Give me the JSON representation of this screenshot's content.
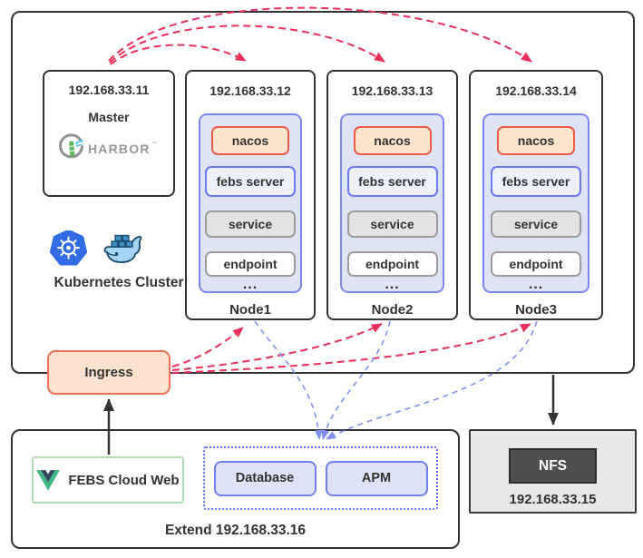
{
  "cluster": {
    "label": "Kubernetes Cluster",
    "master": {
      "ip": "192.168.33.11",
      "role": "Master",
      "registry_label": "HARBOR",
      "registry_tm": "™"
    },
    "nodes": [
      {
        "ip": "192.168.33.12",
        "name": "Node1",
        "components": [
          "nacos",
          "febs server",
          "service",
          "endpoint"
        ],
        "more": "..."
      },
      {
        "ip": "192.168.33.13",
        "name": "Node2",
        "components": [
          "nacos",
          "febs server",
          "service",
          "endpoint"
        ],
        "more": "..."
      },
      {
        "ip": "192.168.33.14",
        "name": "Node3",
        "components": [
          "nacos",
          "febs server",
          "service",
          "endpoint"
        ],
        "more": "..."
      }
    ]
  },
  "ingress": {
    "label": "Ingress"
  },
  "extend": {
    "label": "Extend 192.168.33.16",
    "web_label": "FEBS Cloud Web",
    "services": [
      {
        "label": "Database"
      },
      {
        "label": "APM"
      }
    ]
  },
  "nfs": {
    "label": "NFS",
    "ip": "192.168.33.15"
  },
  "icons": {
    "kubernetes": "kubernetes-helm-icon",
    "docker": "docker-whale-icon",
    "harbor": "harbor-lighthouse-icon",
    "vue": "vue-logo-icon"
  },
  "colors": {
    "accent_red": "#e8305a",
    "accent_blue": "#8090f0",
    "peach_fill": "#fde3cf",
    "peach_border": "#ed7257",
    "node_panel_fill": "#dfe4f5",
    "panel_border": "#7b86f0",
    "service_fill": "#dee3f8",
    "k8s_blue": "#326ce5",
    "vue_green": "#41b883",
    "vue_dark": "#35495e",
    "nfs_dark": "#4f4f4f",
    "outline_dark": "#333333"
  }
}
